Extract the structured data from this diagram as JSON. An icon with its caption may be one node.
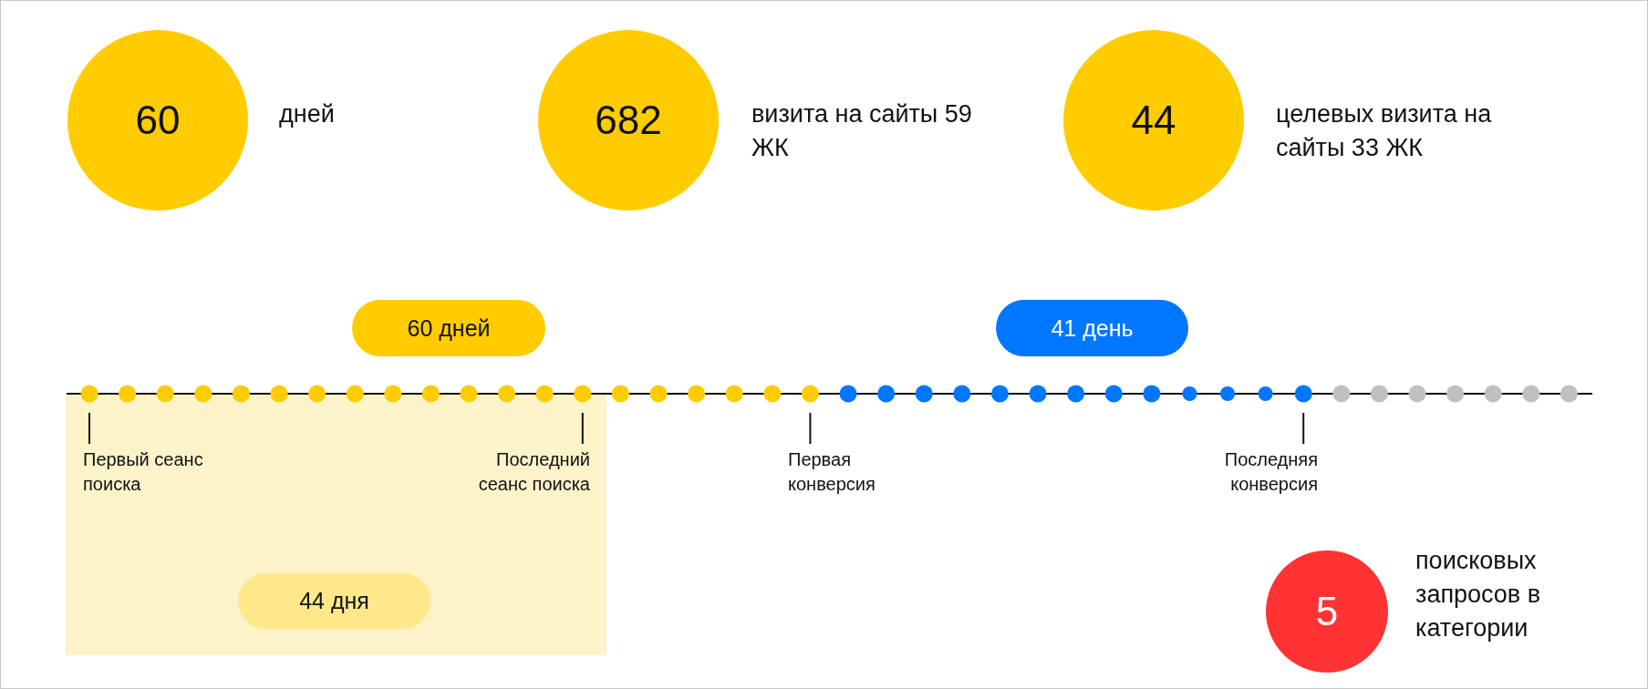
{
  "diagram": {
    "nodes": [
      {
        "text": [
          "60"
        ],
        "beside": [
          "дней"
        ]
      },
      {
        "text": [
          "682"
        ],
        "beside": [
          "визита на сайты 59 ЖК"
        ]
      },
      {
        "text": [
          "44"
        ],
        "beside": [
          "целевых визита на сайты 33 ЖК"
        ]
      },
      {
        "text": [
          "60 дней"
        ]
      },
      {
        "text": [
          "41 день"
        ]
      },
      {
        "text": [
          "Первый сеанс поиска",
          "Последний сеанс поиска"
        ]
      },
      {
        "text": [
          "44 дня"
        ],
        "in": 5
      },
      {
        "text": [
          "5"
        ],
        "beside": [
          "поисковых запросов в категории"
        ]
      }
    ],
    "labels": [
      "Первая конверсия",
      "Последняя конверсия"
    ]
  }
}
